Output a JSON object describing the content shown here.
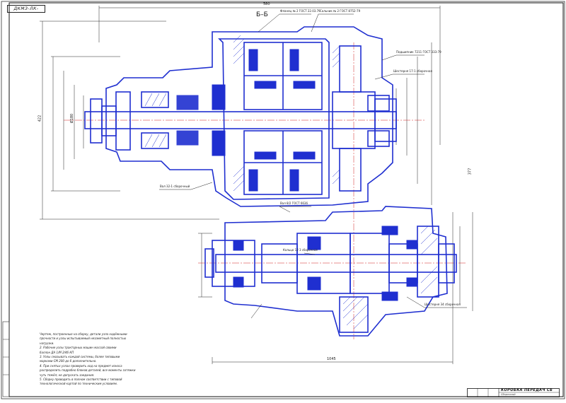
{
  "drawing": {
    "corner_stamp": "ДКМЗ-ЛК-АЛЛ-И",
    "section_label": "Б–Б",
    "title_block": {
      "title": "КОРОБКА ПЕРЕДАЧ СБ",
      "subtitle": "Сборочный"
    },
    "notes": [
      "Чертеж, построенные на сборку, детали узла надёжными",
      "прочности и узлы испытываемый незаметный полностью",
      "нагрузки.",
      "2. Рабочие узлы тракторных машин массой своими",
      "баллон ДА 1/М 2/46 КП",
      "3. Узлы смазывать каждой системы, более типовыми",
      "марками СМ 200 до 6 дополнительно.",
      "4. При снятых узлах проверить ход на предмет износа",
      "распределить подробно блоков деталей, все моменты затяжки",
      "чуть тяжёл; не допускать заедания.",
      "5. Сборку проводить в полном соответствии с типовой",
      "технологической картой по техническим условиям."
    ],
    "callouts": [
      "Фланец № 2 ГОСТ 22.03.79",
      "Сальник № 2 ГОСТ 8752-79",
      "Подшипник 7211 ГОСТ 333-79",
      "Шестерня 17-1 сборочная",
      "Вал 32-1 сборочный",
      "Вал 8/2 ГОСТ 6636",
      "Кольцо 12 3 сборочное",
      "Шестерня 34 сборочная"
    ],
    "dimensions": {
      "top": "580",
      "bottom": "1045",
      "left_overall": "422",
      "right_overall": "377",
      "left_flange": "Ø180"
    }
  },
  "colors": {
    "line": "#1f2fd0",
    "dark": "#111111",
    "paper": "#ffffff"
  }
}
